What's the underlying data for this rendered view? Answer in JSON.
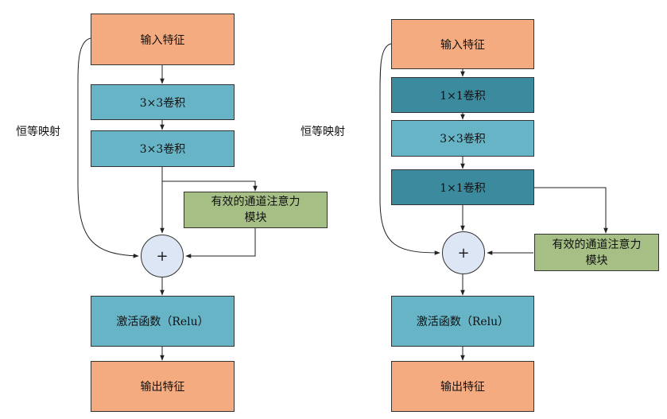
{
  "left": {
    "input": "输入特征",
    "conv1": "3×3卷积",
    "conv2": "3×3卷积",
    "attention": "有效的通道注意力\n模块",
    "add": "+",
    "activation": "激活函数（Relu）",
    "output": "输出特征",
    "identity": "恒等映射"
  },
  "right": {
    "input": "输入特征",
    "conv1": "1×1卷积",
    "conv2": "3×3卷积",
    "conv3": "1×1卷积",
    "attention": "有效的通道注意力\n模块",
    "add": "+",
    "activation": "激活函数（Relu）",
    "output": "输出特征",
    "identity": "恒等映射"
  },
  "colors": {
    "io": "#f4ab80",
    "conv": "#67b4c7",
    "conv_1x1": "#3b8a9e",
    "attention": "#a6bf85",
    "add_node": "#dde6f4"
  }
}
